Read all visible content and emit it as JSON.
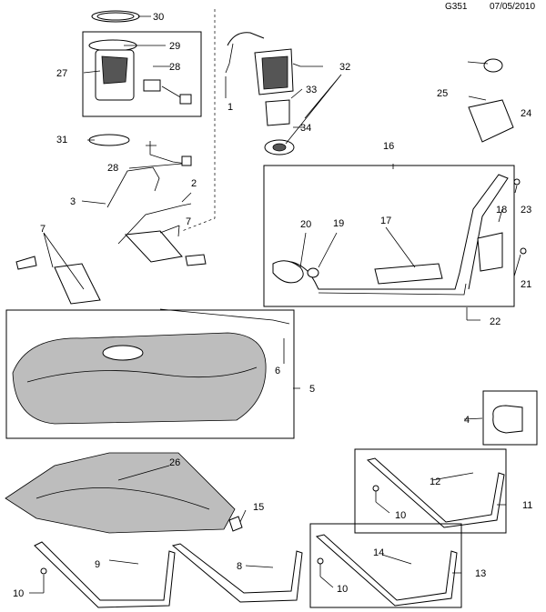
{
  "header": {
    "code": "G351",
    "date": "07/05/2010"
  },
  "callouts": {
    "c1": "1",
    "c2": "2",
    "c3": "3",
    "c4": "4",
    "c5": "5",
    "c6": "6",
    "c7a": "7",
    "c7b": "7",
    "c8": "8",
    "c9": "9",
    "c10a": "10",
    "c10b": "10",
    "c10c": "10",
    "c11": "11",
    "c12": "12",
    "c13": "13",
    "c14": "14",
    "c15": "15",
    "c16": "16",
    "c17": "17",
    "c18": "18",
    "c19": "19",
    "c20": "20",
    "c21": "21",
    "c22": "22",
    "c23": "23",
    "c24": "24",
    "c25": "25",
    "c26": "26",
    "c27": "27",
    "c28a": "28",
    "c28b": "28",
    "c29": "29",
    "c30": "30",
    "c31": "31",
    "c32": "32",
    "c33": "33",
    "c34": "34"
  }
}
